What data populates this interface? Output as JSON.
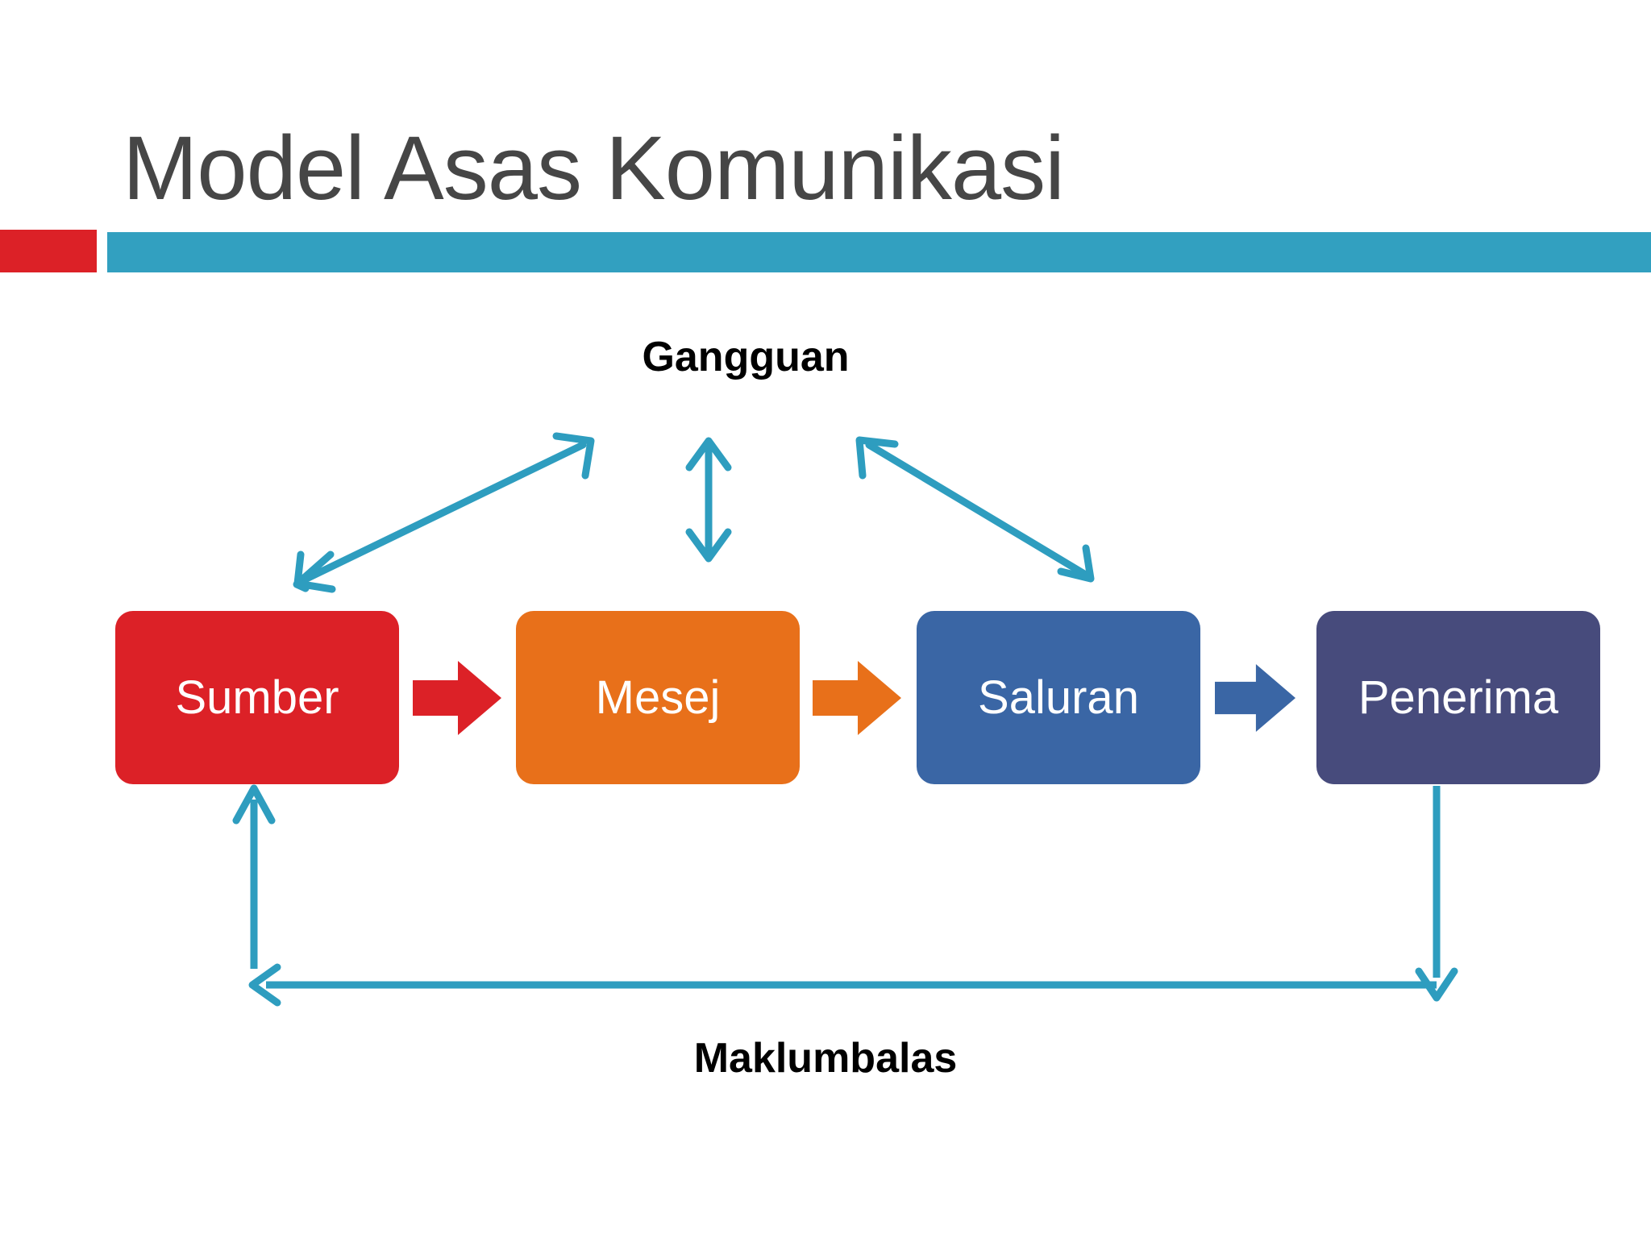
{
  "slide": {
    "title": "Model Asas Komunikasi",
    "background_color": "#FFFFFF",
    "title_color": "#464646",
    "rule_red_color": "#DC2127",
    "rule_teal_color": "#32A0C0"
  },
  "diagram": {
    "type": "process-flow",
    "top_label": "Gangguan",
    "bottom_label": "Maklumbalas",
    "label_color": "#000000",
    "feedback_arrow_color": "#2E9DBF",
    "noise_arrow_color": "#2E9DBF",
    "nodes": [
      {
        "label": "Sumber",
        "color": "#DC2127",
        "text_color": "#FFFFFF"
      },
      {
        "label": "Mesej",
        "color": "#E8701A",
        "text_color": "#FFFFFF"
      },
      {
        "label": "Saluran",
        "color": "#3A66A5",
        "text_color": "#FFFFFF"
      },
      {
        "label": "Penerima",
        "color": "#474B7C",
        "text_color": "#FFFFFF"
      }
    ],
    "connectors": [
      {
        "from": "Sumber",
        "to": "Mesej",
        "color": "#DC2127",
        "style": "block-arrow-right"
      },
      {
        "from": "Mesej",
        "to": "Saluran",
        "color": "#E8701A",
        "style": "block-arrow-right"
      },
      {
        "from": "Saluran",
        "to": "Penerima",
        "color": "#3A66A5",
        "style": "block-arrow-right"
      }
    ],
    "noise_arrows": [
      {
        "name": "gangguan-arrow-left",
        "style": "double-headed-diagonal"
      },
      {
        "name": "gangguan-arrow-center",
        "style": "double-headed-vertical"
      },
      {
        "name": "gangguan-arrow-right",
        "style": "double-headed-diagonal"
      }
    ],
    "feedback_path": {
      "name": "maklumbalas-loop",
      "style": "single-headed-loop",
      "direction": "Penerima to Sumber"
    }
  }
}
